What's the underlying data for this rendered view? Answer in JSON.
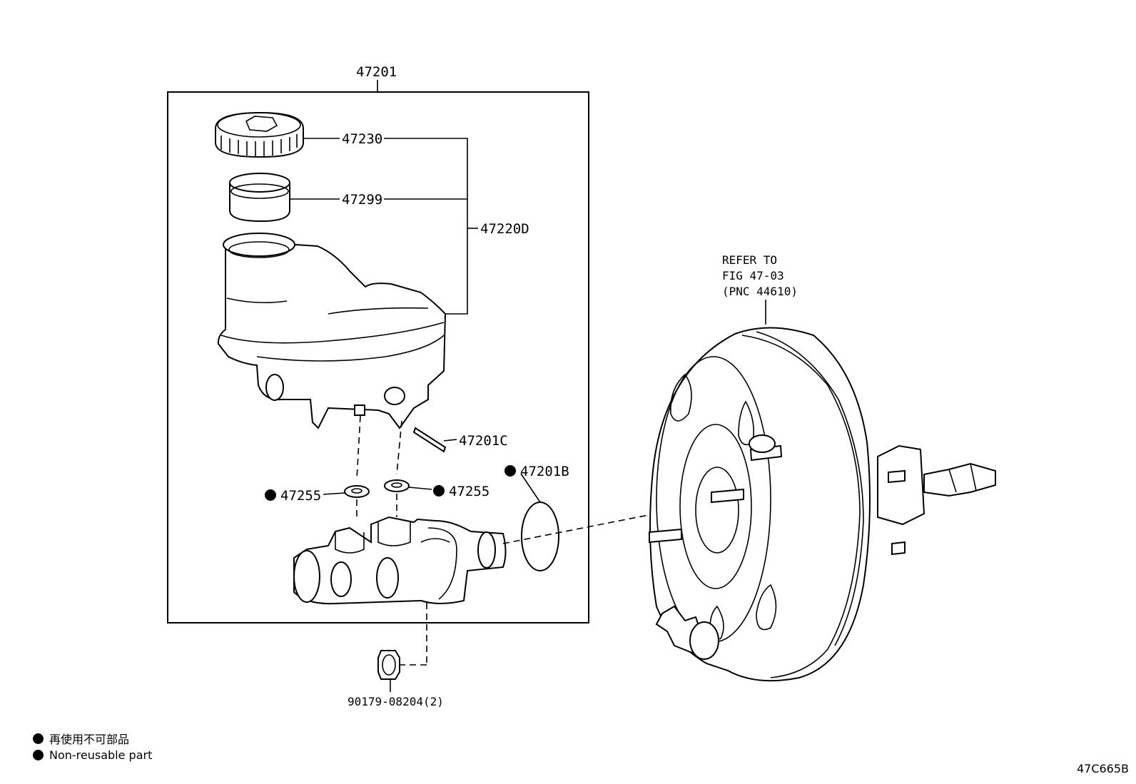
{
  "labels": {
    "assembly": "47201",
    "cap": "47230",
    "strainer": "47299",
    "reservoir_sub": "47220D",
    "pin": "47201C",
    "oring": "47201B",
    "grommet_left": "47255",
    "grommet_right": "47255",
    "nut": "90179-08204(2)",
    "refer_line1": "REFER TO",
    "refer_line2": "FIG 47-03",
    "refer_line3": "(PNC 44610)",
    "figure_id": "47C665B"
  },
  "legend": [
    {
      "text": "再使用不可部品"
    },
    {
      "text": "Non-reusable part"
    }
  ]
}
